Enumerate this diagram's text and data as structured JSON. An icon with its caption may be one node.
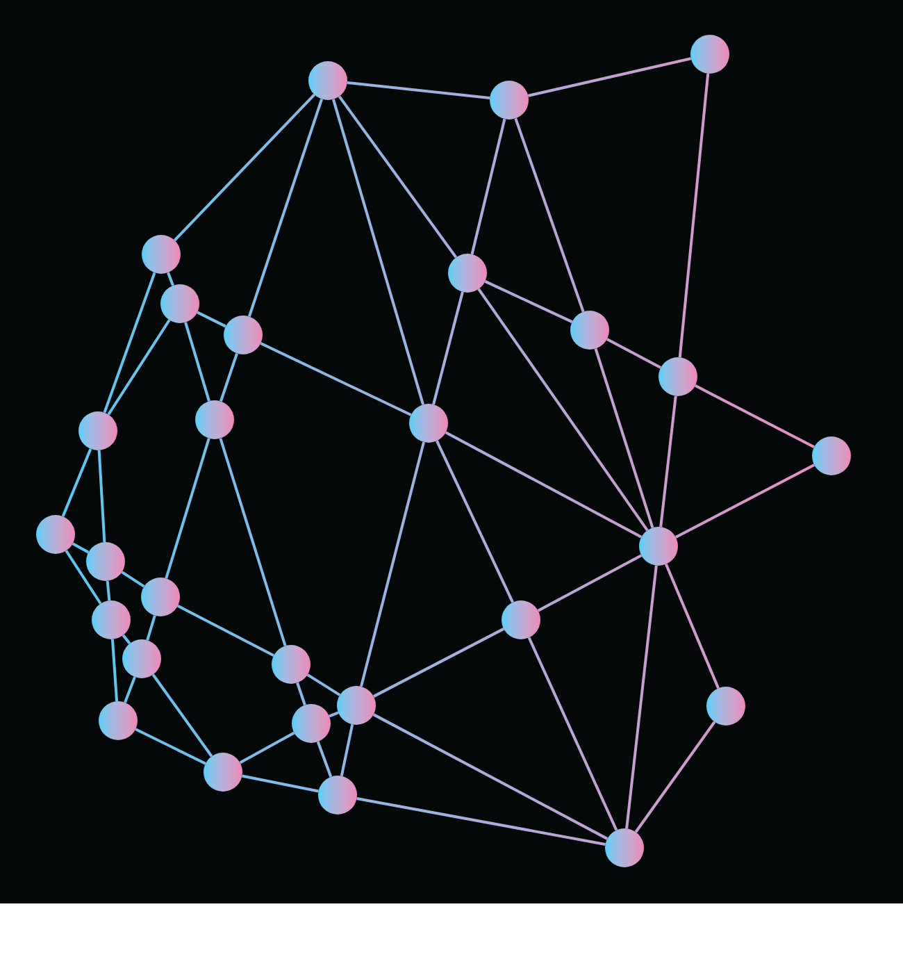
{
  "diagram": {
    "nodes": [
      {
        "text": [],
        "shape": "circle"
      },
      {
        "text": [],
        "shape": "circle"
      },
      {
        "text": [],
        "shape": "circle"
      },
      {
        "text": [],
        "shape": "circle"
      },
      {
        "text": [],
        "shape": "circle"
      },
      {
        "text": [],
        "shape": "circle"
      },
      {
        "text": [],
        "shape": "circle"
      },
      {
        "text": [],
        "shape": "circle"
      },
      {
        "text": [],
        "shape": "circle"
      },
      {
        "text": [],
        "shape": "circle"
      },
      {
        "text": [],
        "shape": "circle"
      },
      {
        "text": [],
        "shape": "circle"
      },
      {
        "text": [],
        "shape": "circle"
      },
      {
        "text": [],
        "shape": "circle"
      },
      {
        "text": [],
        "shape": "circle"
      },
      {
        "text": [],
        "shape": "circle"
      },
      {
        "text": [],
        "shape": "circle"
      },
      {
        "text": [],
        "shape": "circle"
      },
      {
        "text": [],
        "shape": "circle"
      },
      {
        "text": [],
        "shape": "circle"
      },
      {
        "text": [],
        "shape": "circle"
      },
      {
        "text": [],
        "shape": "circle"
      },
      {
        "text": [],
        "shape": "circle"
      },
      {
        "text": [],
        "shape": "circle"
      },
      {
        "text": [],
        "shape": "circle"
      },
      {
        "text": [],
        "shape": "circle"
      },
      {
        "text": [],
        "shape": "circle"
      },
      {
        "text": [],
        "shape": "circle"
      }
    ],
    "edges": [
      {
        "from": 0,
        "to": 1,
        "arrow": "none"
      },
      {
        "from": 1,
        "to": 2,
        "arrow": "none"
      },
      {
        "from": 0,
        "to": 3,
        "arrow": "none"
      },
      {
        "from": 0,
        "to": 5,
        "arrow": "none"
      },
      {
        "from": 0,
        "to": 11,
        "arrow": "none"
      },
      {
        "from": 0,
        "to": 6,
        "arrow": "none"
      },
      {
        "from": 1,
        "to": 6,
        "arrow": "none"
      },
      {
        "from": 1,
        "to": 7,
        "arrow": "none"
      },
      {
        "from": 2,
        "to": 8,
        "arrow": "none"
      },
      {
        "from": 3,
        "to": 4,
        "arrow": "none"
      },
      {
        "from": 3,
        "to": 9,
        "arrow": "none"
      },
      {
        "from": 4,
        "to": 9,
        "arrow": "none"
      },
      {
        "from": 4,
        "to": 5,
        "arrow": "none"
      },
      {
        "from": 4,
        "to": 10,
        "arrow": "none"
      },
      {
        "from": 5,
        "to": 10,
        "arrow": "none"
      },
      {
        "from": 5,
        "to": 11,
        "arrow": "none"
      },
      {
        "from": 6,
        "to": 7,
        "arrow": "none"
      },
      {
        "from": 6,
        "to": 11,
        "arrow": "none"
      },
      {
        "from": 6,
        "to": 15,
        "arrow": "none"
      },
      {
        "from": 7,
        "to": 8,
        "arrow": "none"
      },
      {
        "from": 7,
        "to": 15,
        "arrow": "none"
      },
      {
        "from": 8,
        "to": 12,
        "arrow": "none"
      },
      {
        "from": 8,
        "to": 15,
        "arrow": "none"
      },
      {
        "from": 12,
        "to": 15,
        "arrow": "none"
      },
      {
        "from": 11,
        "to": 15,
        "arrow": "none"
      },
      {
        "from": 11,
        "to": 18,
        "arrow": "none"
      },
      {
        "from": 11,
        "to": 21,
        "arrow": "none"
      },
      {
        "from": 9,
        "to": 13,
        "arrow": "none"
      },
      {
        "from": 9,
        "to": 14,
        "arrow": "none"
      },
      {
        "from": 13,
        "to": 14,
        "arrow": "none"
      },
      {
        "from": 13,
        "to": 17,
        "arrow": "none"
      },
      {
        "from": 14,
        "to": 16,
        "arrow": "none"
      },
      {
        "from": 14,
        "to": 17,
        "arrow": "none"
      },
      {
        "from": 10,
        "to": 16,
        "arrow": "none"
      },
      {
        "from": 10,
        "to": 20,
        "arrow": "none"
      },
      {
        "from": 16,
        "to": 19,
        "arrow": "none"
      },
      {
        "from": 16,
        "to": 20,
        "arrow": "none"
      },
      {
        "from": 17,
        "to": 19,
        "arrow": "none"
      },
      {
        "from": 17,
        "to": 23,
        "arrow": "none"
      },
      {
        "from": 19,
        "to": 23,
        "arrow": "none"
      },
      {
        "from": 19,
        "to": 25,
        "arrow": "none"
      },
      {
        "from": 23,
        "to": 25,
        "arrow": "none"
      },
      {
        "from": 20,
        "to": 21,
        "arrow": "none"
      },
      {
        "from": 20,
        "to": 24,
        "arrow": "none"
      },
      {
        "from": 21,
        "to": 24,
        "arrow": "none"
      },
      {
        "from": 21,
        "to": 26,
        "arrow": "none"
      },
      {
        "from": 24,
        "to": 25,
        "arrow": "none"
      },
      {
        "from": 24,
        "to": 26,
        "arrow": "none"
      },
      {
        "from": 25,
        "to": 26,
        "arrow": "none"
      },
      {
        "from": 18,
        "to": 15,
        "arrow": "none"
      },
      {
        "from": 18,
        "to": 21,
        "arrow": "none"
      },
      {
        "from": 18,
        "to": 27,
        "arrow": "none"
      },
      {
        "from": 21,
        "to": 27,
        "arrow": "none"
      },
      {
        "from": 26,
        "to": 27,
        "arrow": "none"
      },
      {
        "from": 15,
        "to": 27,
        "arrow": "none"
      },
      {
        "from": 15,
        "to": 22,
        "arrow": "none"
      },
      {
        "from": 22,
        "to": 27,
        "arrow": "none"
      }
    ]
  }
}
